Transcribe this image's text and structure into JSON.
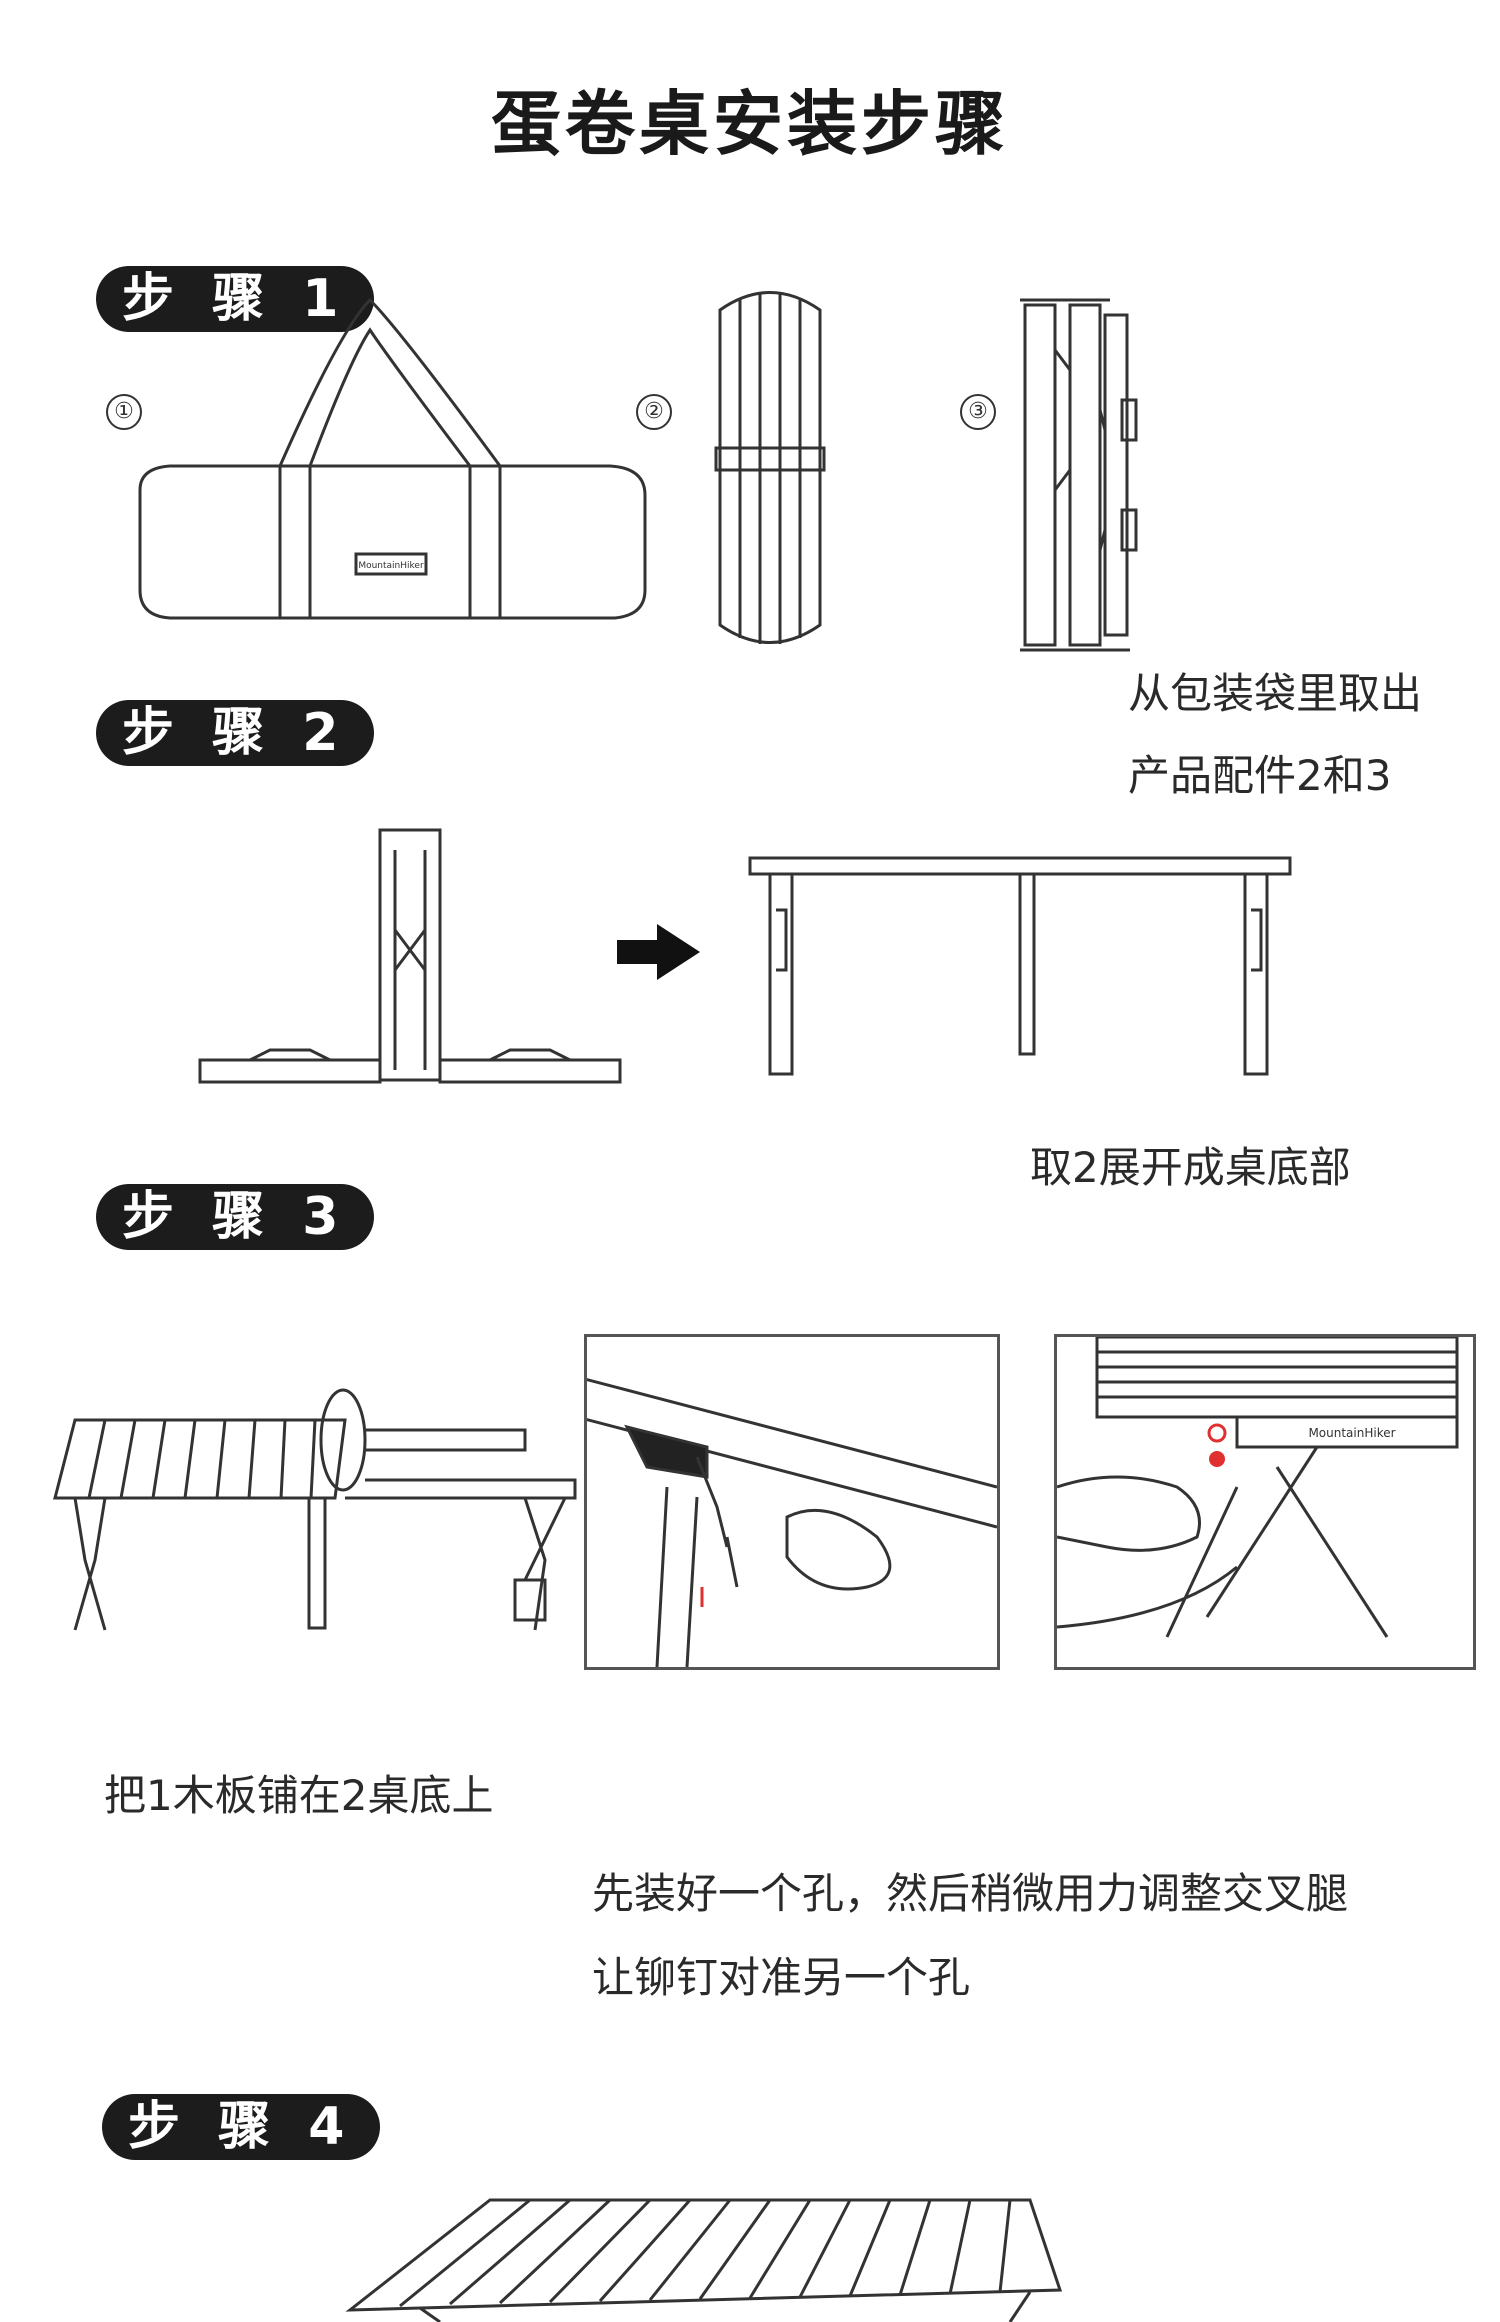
{
  "title": "蛋卷桌安装步骤",
  "steps": [
    {
      "badge": "步 骤 1",
      "markers": [
        "①",
        "②",
        "③"
      ],
      "captions": [
        "从包装袋里取出",
        "产品配件2和3"
      ]
    },
    {
      "badge": "步 骤 2",
      "captions": [
        "取2展开成桌底部"
      ]
    },
    {
      "badge": "步 骤 3",
      "captions": [
        "把1木板铺在2桌底上",
        "先装好一个孔，然后稍微用力调整交叉腿",
        "让铆钉对准另一个孔"
      ]
    },
    {
      "badge": "步 骤 4"
    }
  ],
  "brand_label": "MountainHiker",
  "colors": {
    "badge_bg": "#1c1c1c",
    "badge_text": "#ffffff",
    "line_art": "#333333",
    "rivet": "#e03030"
  }
}
